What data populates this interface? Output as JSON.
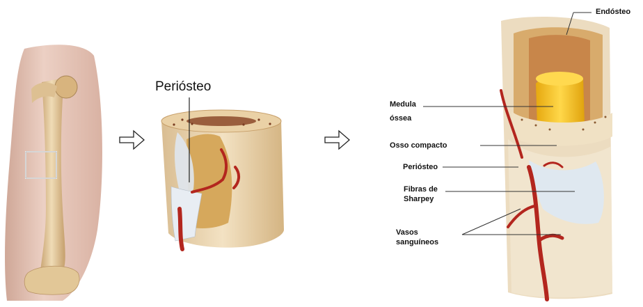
{
  "labels": {
    "periosteo_main": "Periósteo",
    "endosteo": "Endósteo",
    "medula_line1": "Medula",
    "medula_line2": "óssea",
    "osso_compacto": "Osso compacto",
    "periosteo_small": "Periósteo",
    "fibras_line1": "Fibras de",
    "fibras_line2": "Sharpey",
    "vasos_line1": "Vasos",
    "vasos_line2": "sanguíneos"
  },
  "colors": {
    "bone": "#e9d2a8",
    "bone_dark": "#c9a574",
    "skin": "#e8c3b5",
    "marrow_yellow": "#f2c21b",
    "vessel_red": "#b3261e",
    "periosteum": "#dfe8f0",
    "spongy": "#c98a4f"
  }
}
